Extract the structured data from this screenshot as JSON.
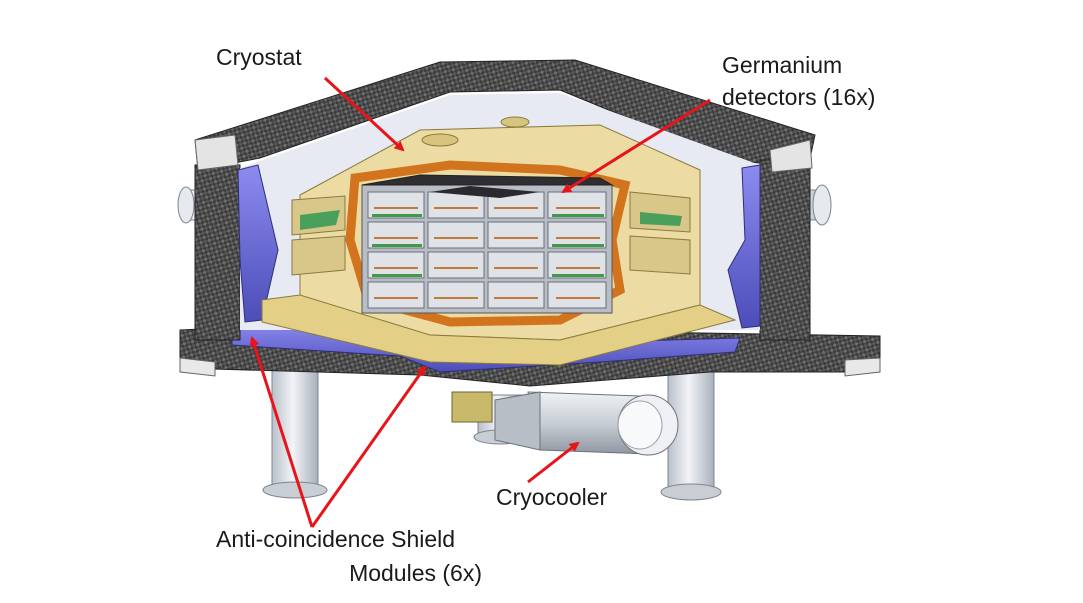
{
  "labels": {
    "cryostat": "Cryostat",
    "germanium_line1": "Germanium",
    "germanium_line2": "detectors (16x)",
    "cryocooler": "Cryocooler",
    "shield_line1": "Anti-coincidence Shield",
    "shield_line2": "Modules (6x)"
  },
  "colors": {
    "arrow": "#e8141a",
    "carbon": "#4a4a4a",
    "shield": "#6a6ad8",
    "cryostat": "#ecdca4",
    "copper": "#d2741e",
    "leg": "#d8dde4"
  }
}
